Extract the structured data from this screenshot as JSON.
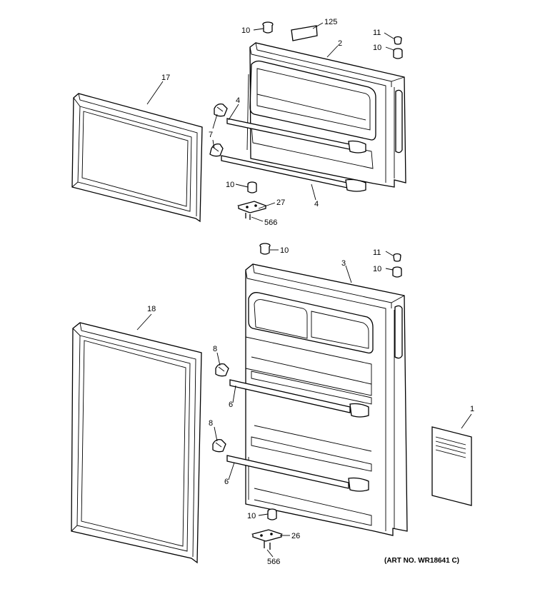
{
  "callouts": {
    "c10_top_freezer": "10",
    "c125": "125",
    "c11_top": "11",
    "c10_top_right": "10",
    "c2": "2",
    "c17": "17",
    "c4_upper": "4",
    "c7": "7",
    "c10_mid_freezer": "10",
    "c27": "27",
    "c4_lower": "4",
    "c566_top": "566",
    "c10_fresh_top": "10",
    "c11_fresh": "11",
    "c10_fresh_right": "10",
    "c3": "3",
    "c18": "18",
    "c8_upper": "8",
    "c6_upper": "6",
    "c8_lower": "8",
    "c6_lower": "6",
    "c1": "1",
    "c10_bottom": "10",
    "c26": "26",
    "c566_bottom": "566"
  },
  "art_number": "(ART NO. WR18641 C)"
}
